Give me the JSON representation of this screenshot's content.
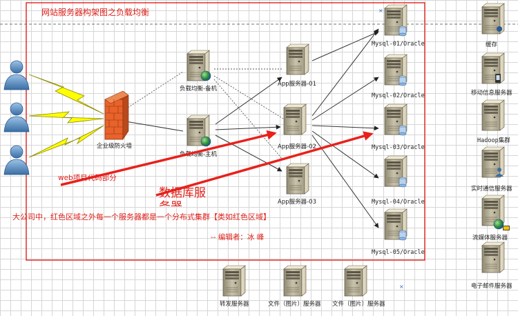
{
  "title": "网站服务器构架图之负载均衡",
  "firewall_label": "企业级防火墙",
  "lb_backup_label": "负载均衡-备机",
  "lb_master_label": "负载均衡-主机",
  "app_labels": [
    "App服务器-01",
    "App服务器-02",
    "App服务器-03"
  ],
  "db_labels": [
    "Mysql-01/Oracle",
    "Mysql-02/Oracle",
    "Mysql-03/Oracle",
    "Mysql-04/Oracle",
    "Mysql-05/Oracle"
  ],
  "right_labels": [
    "缓存",
    "移动信息服务器",
    "Hadoop集群",
    "实时通信服务器",
    "流媒体服务器",
    "电子邮件服务器"
  ],
  "bottom_labels": [
    "转发服务器",
    "文件（图片）服务器",
    "文件（图片）服务器"
  ],
  "annotation_web": "web项目代码部分",
  "annotation_db": "数据库服",
  "annotation_db_clip": "务器",
  "note_main": "大公司中，红色区域之外每一个服务器都是一个分布式集群【类如红色区域】",
  "note_editor": "-- 编辑者：冰 峰",
  "colors": {
    "region_border": "#e0201a",
    "arrow": "#e8211b",
    "lightning": "#ffff00",
    "firewall": "#e8622a"
  }
}
